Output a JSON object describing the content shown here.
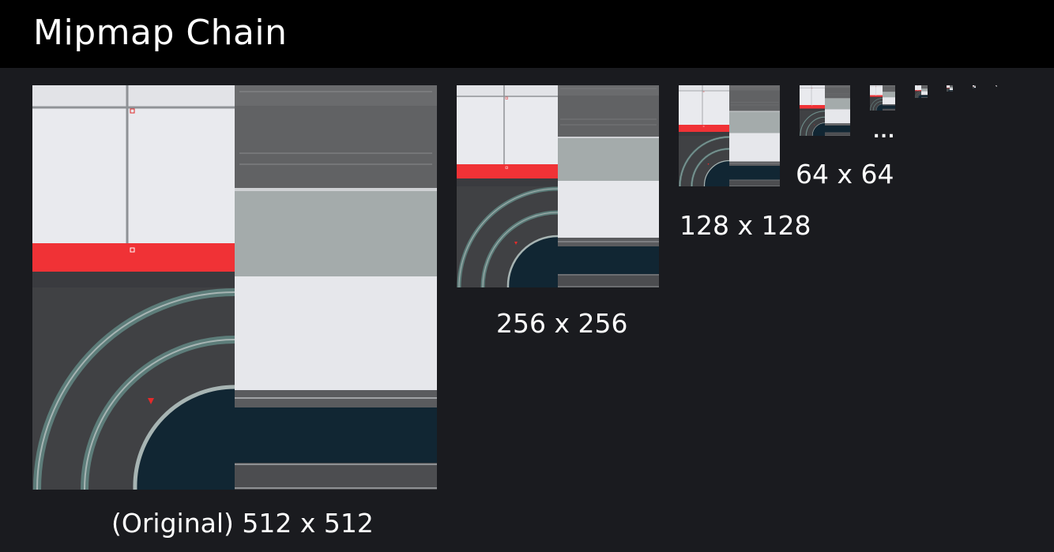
{
  "header": {
    "title": "Mipmap Chain"
  },
  "levels": [
    {
      "label": "(Original) 512 x 512"
    },
    {
      "label": "256 x 256"
    },
    {
      "label": "128 x 128"
    },
    {
      "label": "64 x 64"
    }
  ],
  "ellipsis": "...",
  "colors": {
    "background": "#1a1b1f",
    "header": "#000000",
    "tile_white": "#e9eaee",
    "tile_red": "#f03236",
    "tile_dark": "#404144",
    "tile_gray": "#a4abab",
    "tile_navy": "#112633",
    "rail_teal": "#5d7d7a"
  }
}
